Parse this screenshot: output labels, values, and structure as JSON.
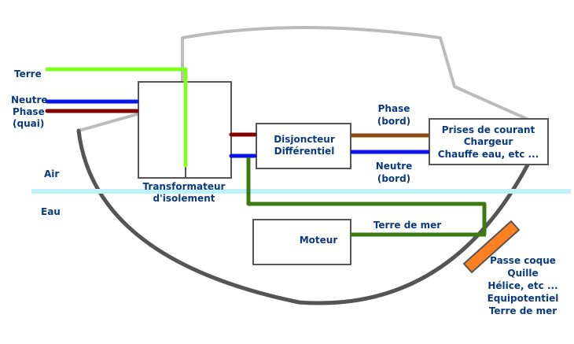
{
  "labels": {
    "terre": "Terre",
    "neutre_quai": "Neutre",
    "phase_quai": "Phase",
    "quai": "(quai)",
    "transfo_line1": "Transformateur",
    "transfo_line2": "d'isolement",
    "disj_line1": "Disjoncteur",
    "disj_line2": "Différentiel",
    "phase_bord_line1": "Phase",
    "phase_bord_line2": "(bord)",
    "neutre_bord_line1": "Neutre",
    "neutre_bord_line2": "(bord)",
    "prises_line1": "Prises de courant",
    "prises_line2": "Chargeur",
    "prises_line3": "Chauffe eau, etc ...",
    "air": "Air",
    "eau": "Eau",
    "moteur": "Moteur",
    "terre_de_mer": "Terre de mer",
    "passe_line1": "Passe coque",
    "passe_line2": "Quille",
    "passe_line3": "Hélice, etc ...",
    "passe_line4": "Equipotentiel",
    "passe_line5": "Terre de mer"
  },
  "colors": {
    "terre": "#80ff20",
    "neutre": "#0a14e6",
    "phase_quai": "#800000",
    "phase_bord": "#8a4a14",
    "sea_ground": "#3a7a10",
    "hull": "#555555",
    "cabin": "#bbbbbb",
    "waterline": "#c0f0f8",
    "box_border": "#555555",
    "passe_coque": "#ff8020",
    "text": "#0a3a80"
  }
}
